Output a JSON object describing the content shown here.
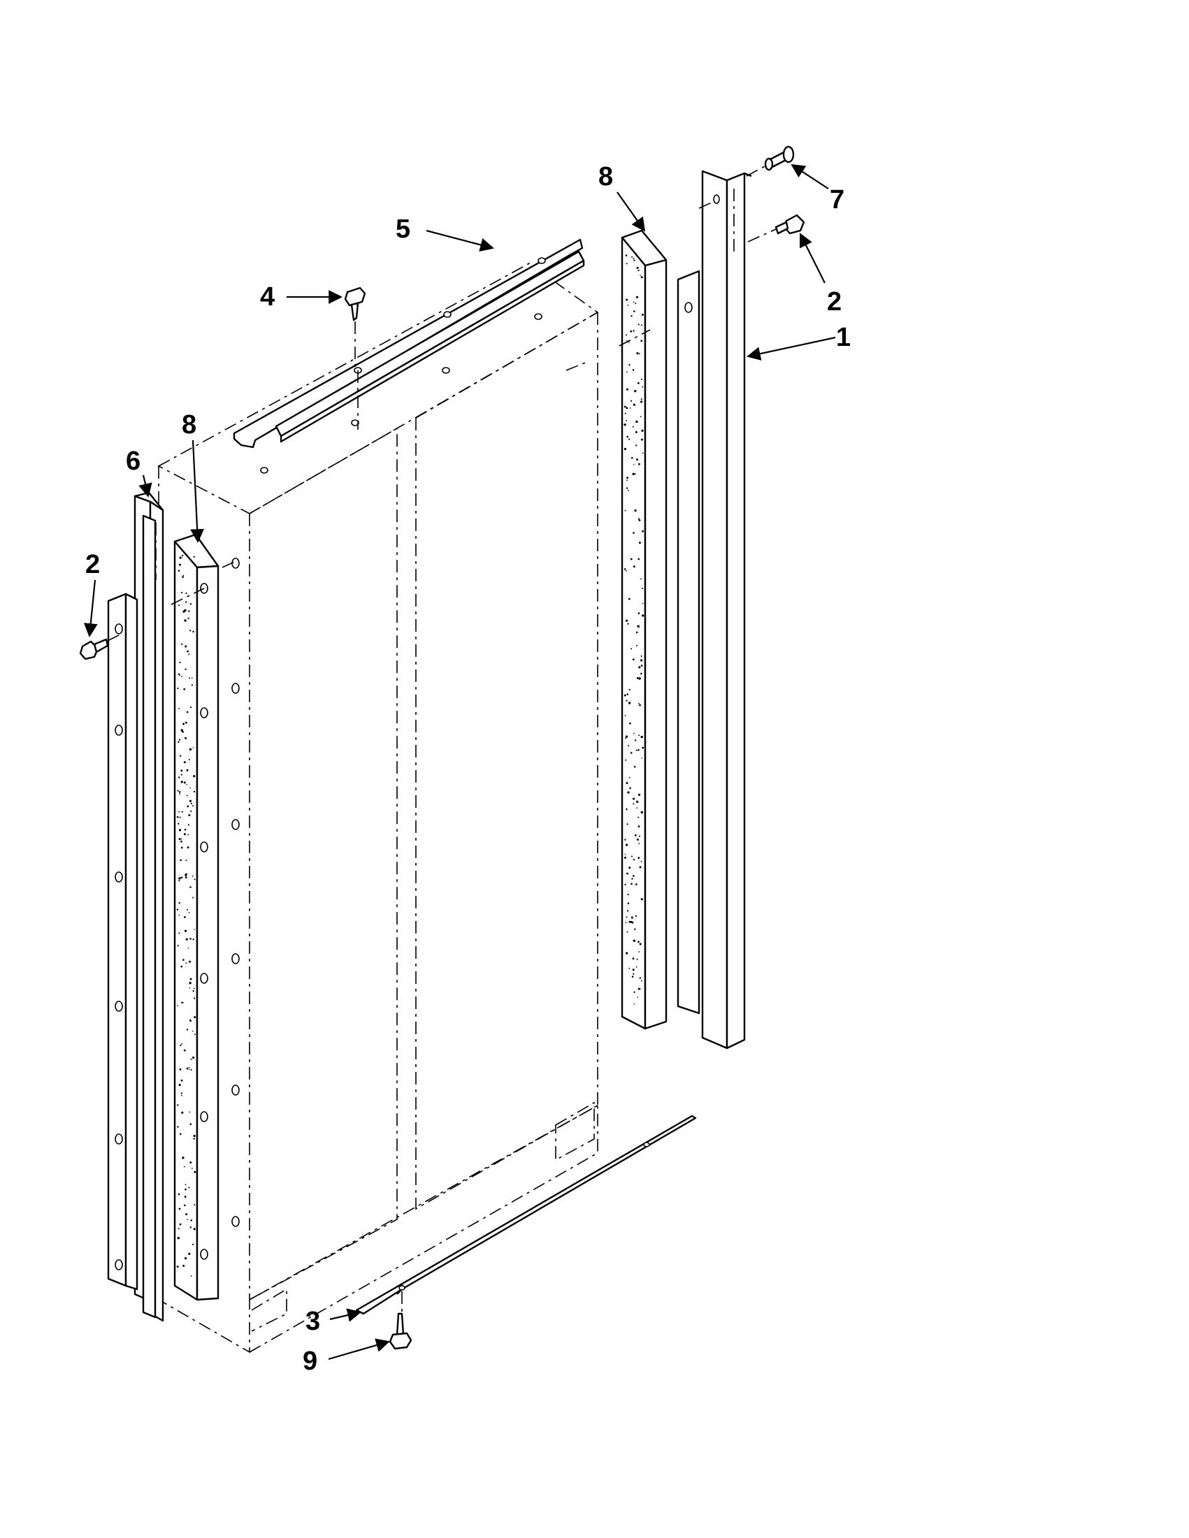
{
  "diagram": {
    "callouts": [
      {
        "id": "c1",
        "label": "1"
      },
      {
        "id": "c2a",
        "label": "2"
      },
      {
        "id": "c2b",
        "label": "2"
      },
      {
        "id": "c3",
        "label": "3"
      },
      {
        "id": "c4",
        "label": "4"
      },
      {
        "id": "c5",
        "label": "5"
      },
      {
        "id": "c6",
        "label": "6"
      },
      {
        "id": "c7",
        "label": "7"
      },
      {
        "id": "c8a",
        "label": "8"
      },
      {
        "id": "c8b",
        "label": "8"
      },
      {
        "id": "c9",
        "label": "9"
      }
    ]
  }
}
